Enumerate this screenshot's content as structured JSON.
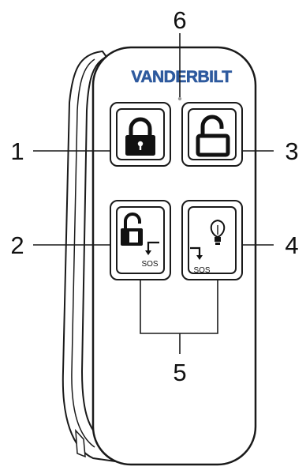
{
  "device": {
    "brand": "VANDERBILT",
    "brand_color": "#2e5a9e",
    "buttons": [
      {
        "id": 1,
        "icon": "lock-closed-icon",
        "label": ""
      },
      {
        "id": 3,
        "icon": "lock-open-icon",
        "label": ""
      },
      {
        "id": 2,
        "icon": "lock-partial-icon",
        "label": "SOS"
      },
      {
        "id": 4,
        "icon": "lightbulb-icon",
        "label": "SOS"
      }
    ],
    "led": "status-led"
  },
  "callouts": {
    "c1": "1",
    "c2": "2",
    "c3": "3",
    "c4": "4",
    "c5": "5",
    "c6": "6"
  }
}
